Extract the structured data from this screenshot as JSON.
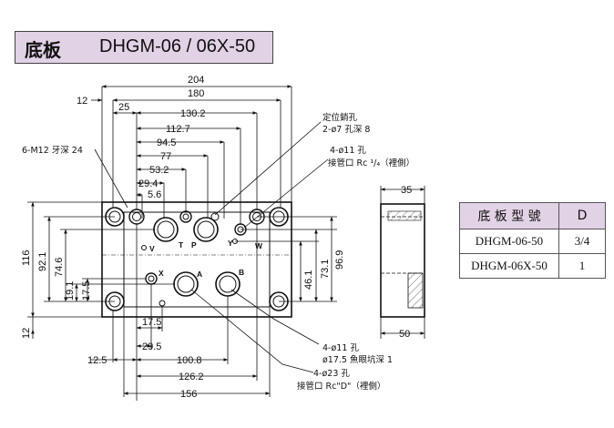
{
  "title": {
    "main": "底板",
    "model": "DHGM-06 / 06X-50"
  },
  "dimensions": {
    "top": {
      "d204": "204",
      "d180": "180",
      "d12": "12",
      "d25": "25",
      "d130_2": "130.2",
      "d112_7": "112.7",
      "d94_5": "94.5",
      "d77": "77",
      "d53_2": "53.2",
      "d29_4": "29.4",
      "d5_6": "5.6"
    },
    "left": {
      "d116": "116",
      "d92_1": "92.1",
      "d74_6": "74.6",
      "d19_1": "19.1",
      "d17_5": "17.5",
      "d12": "12"
    },
    "right": {
      "d46_1": "46.1",
      "d73_1": "73.1",
      "d96_9": "96.9"
    },
    "bottom": {
      "d17_5": "17.5",
      "d29_5": "29.5",
      "d12_5": "12.5",
      "d100_8": "100.8",
      "d126_2": "126.2",
      "d156": "156"
    },
    "side": {
      "d35": "35",
      "d50": "50"
    }
  },
  "notes": {
    "bolt": "6-M12 牙深 24",
    "pin_1": "定位銷孔",
    "pin_2": "2-ø7 孔深 8",
    "port_y_1": "4-ø11 孔",
    "port_y_2": "接管口 Rc ¹/₄（裡側）",
    "port_b_1": "4-ø11 孔",
    "port_b_2": "ø17.5 魚眼坑深 1",
    "port_main_1": "4-ø23 孔",
    "port_main_2": "接管口 Rc\"D\"（裡側）"
  },
  "ports": {
    "v": "V",
    "t": "T",
    "p": "P",
    "y": "Y",
    "w": "W",
    "x": "X",
    "a": "A",
    "b": "B"
  },
  "table": {
    "header": [
      "底 板 型 號",
      "D"
    ],
    "rows": [
      [
        "DHGM-06-50",
        "3/4"
      ],
      [
        "DHGM-06X-50",
        "1"
      ]
    ]
  },
  "colors": {
    "title_bg": "#e2d2e6",
    "line": "#111111"
  }
}
